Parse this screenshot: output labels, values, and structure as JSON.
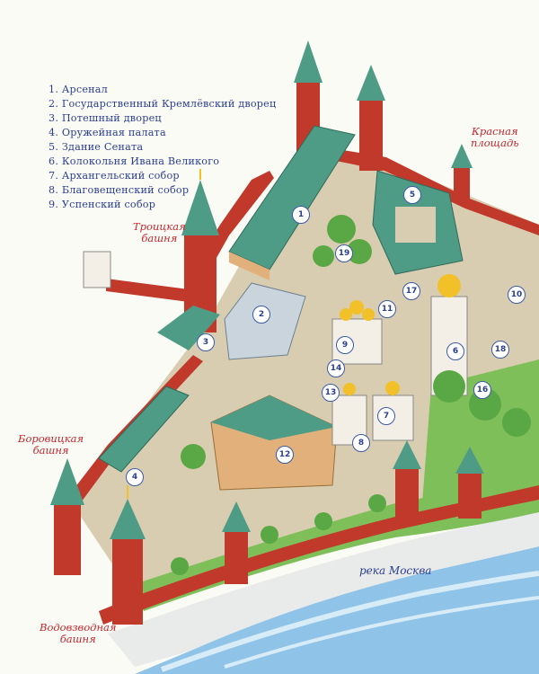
{
  "legend": [
    "1. Арсенал",
    "2. Государственный Кремлёвский дворец",
    "3. Потешный дворец",
    "4. Оружейная палата",
    "5. Здание Сената",
    "6. Колокольня Ивана Великого",
    "7. Архангельский собор",
    "8. Благовещенский собор",
    "9. Успенский собор"
  ],
  "places": {
    "troitskaya": "Троицкая\nбашня",
    "krasnaya": "Красная\nплощадь",
    "borovitskaya": "Боровицкая\nбашня",
    "vodovzvodnaya": "Водовзводная\nбашня",
    "river": "река Москва"
  },
  "markers": [
    "1",
    "2",
    "3",
    "4",
    "5",
    "6",
    "7",
    "8",
    "9",
    "10",
    "11",
    "12",
    "13",
    "14",
    "16",
    "17",
    "18",
    "19"
  ],
  "colors": {
    "wall": "#c0392b",
    "roof": "#4f9c86",
    "facade": "#e2b07a",
    "river": "#8fc3e8",
    "grass": "#7fbf5a",
    "gold": "#f2c028",
    "marker": "#3b5aa6"
  }
}
